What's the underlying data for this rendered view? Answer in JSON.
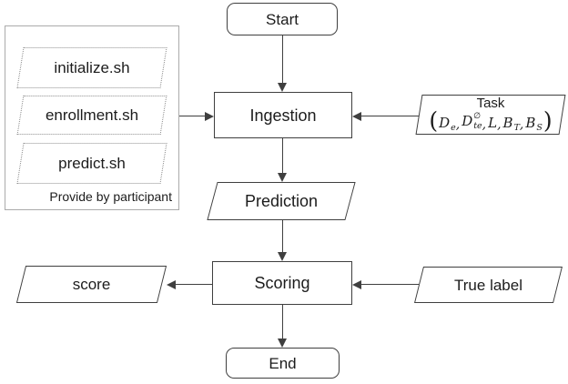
{
  "diagram": {
    "nodes": {
      "start": {
        "label": "Start"
      },
      "ingestion": {
        "label": "Ingestion"
      },
      "prediction": {
        "label": "Prediction"
      },
      "scoring": {
        "label": "Scoring"
      },
      "end": {
        "label": "End"
      },
      "score": {
        "label": "score"
      },
      "true_label": {
        "label": "True label"
      },
      "task": {
        "title": "Task",
        "formula_tokens": [
          {
            "t": "paren",
            "v": "("
          },
          {
            "t": "term",
            "base": "D",
            "sub": "e"
          },
          {
            "t": "comma",
            "v": ","
          },
          {
            "t": "term",
            "base": "D",
            "sub": "te",
            "sup": "∅"
          },
          {
            "t": "comma",
            "v": ","
          },
          {
            "t": "term",
            "base": "L"
          },
          {
            "t": "comma",
            "v": ","
          },
          {
            "t": "term",
            "base": "B",
            "sub": "T"
          },
          {
            "t": "comma",
            "v": ","
          },
          {
            "t": "term",
            "base": "B",
            "sub": "S"
          },
          {
            "t": "paren",
            "v": ")"
          }
        ]
      }
    },
    "participant_group": {
      "items": [
        {
          "label": "initialize.sh"
        },
        {
          "label": "enrollment.sh"
        },
        {
          "label": "predict.sh"
        }
      ],
      "caption": "Provide by participant"
    },
    "colors": {
      "node_border": "#3f3f3f",
      "group_border": "#ababab",
      "dotted_border": "#8f8f8f",
      "arrow": "#3f3f3f",
      "text": "#1c1c1c",
      "background": "#ffffff"
    }
  }
}
